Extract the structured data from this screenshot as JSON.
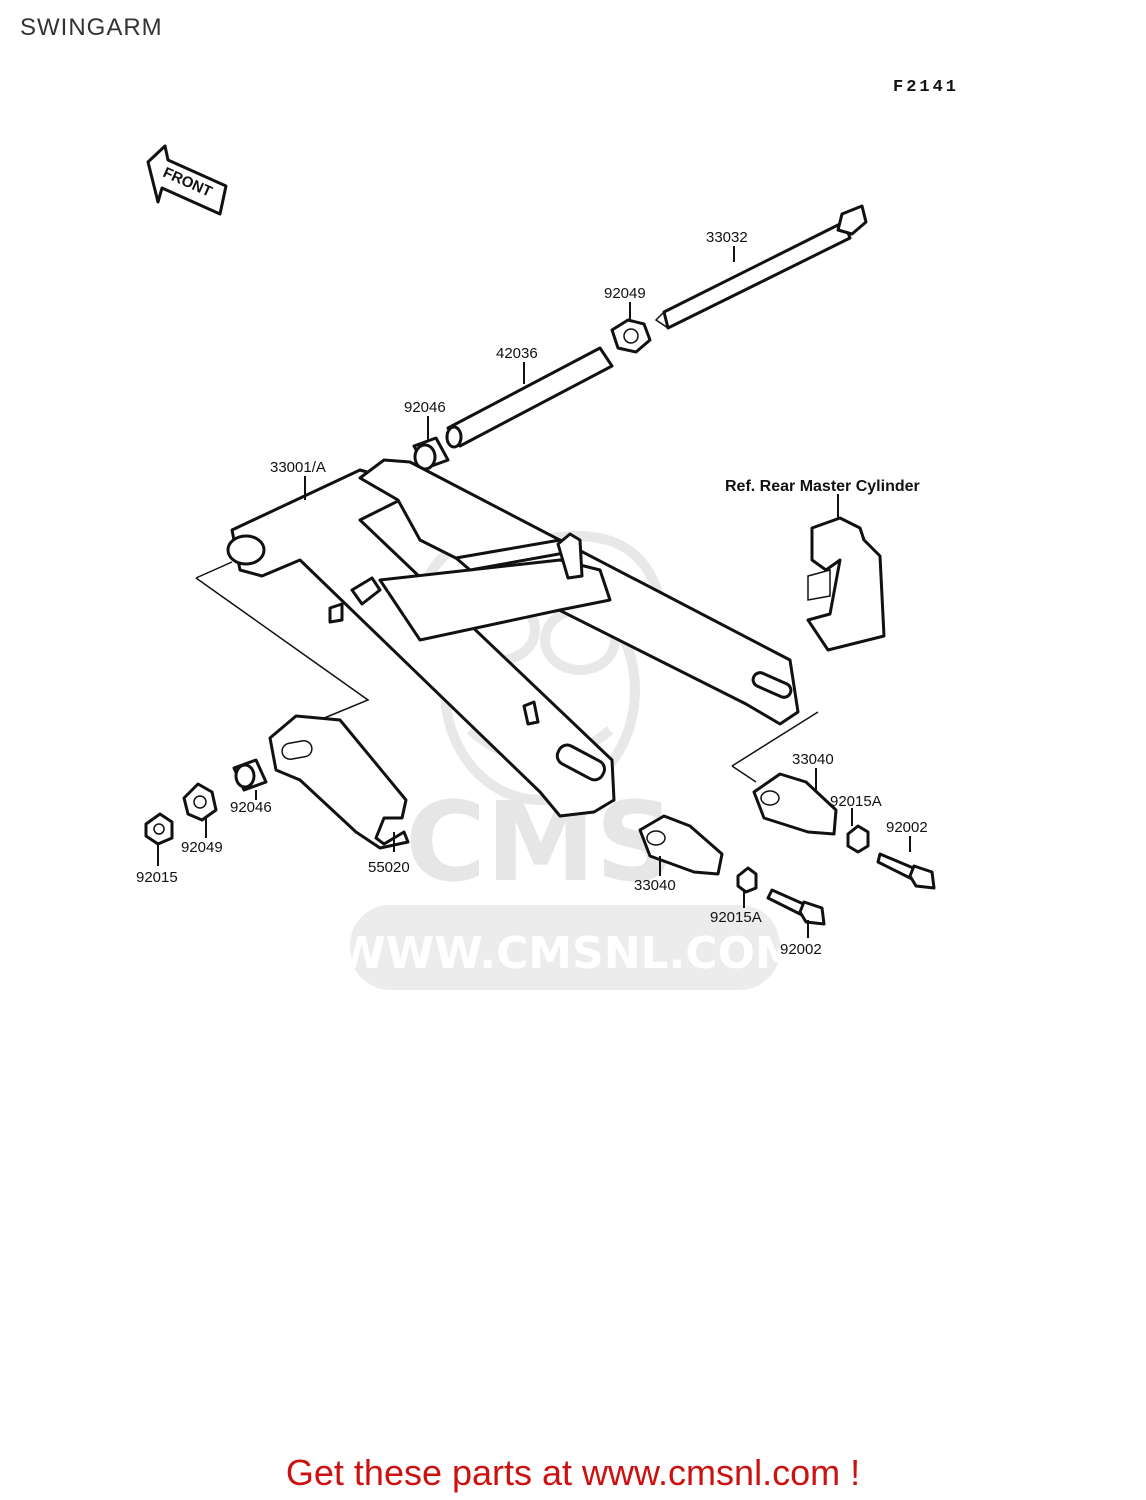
{
  "page": {
    "title": "SWINGARM",
    "figure_code": "F2141"
  },
  "diagram": {
    "front_arrow_label": "FRONT",
    "reference_note": "Ref. Rear  Master Cylinder",
    "watermark": {
      "logo_text": "CMS",
      "url_text": "WWW.CMSNL.COM"
    },
    "parts": [
      {
        "id": "p33032",
        "number": "33032"
      },
      {
        "id": "p92049a",
        "number": "92049"
      },
      {
        "id": "p42036",
        "number": "42036"
      },
      {
        "id": "p92046a",
        "number": "92046"
      },
      {
        "id": "p33001",
        "number": "33001/A"
      },
      {
        "id": "p33040a",
        "number": "33040"
      },
      {
        "id": "p92015Aa",
        "number": "92015A"
      },
      {
        "id": "p92002a",
        "number": "92002"
      },
      {
        "id": "p92046b",
        "number": "92046"
      },
      {
        "id": "p92049b",
        "number": "92049"
      },
      {
        "id": "p92015",
        "number": "92015"
      },
      {
        "id": "p55020",
        "number": "55020"
      },
      {
        "id": "p33040b",
        "number": "33040"
      },
      {
        "id": "p92015Ab",
        "number": "92015A"
      },
      {
        "id": "p92002b",
        "number": "92002"
      }
    ]
  },
  "footer": {
    "cta_text": "Get these parts at www.cmsnl.com !",
    "cta_color": "#cc1111"
  }
}
